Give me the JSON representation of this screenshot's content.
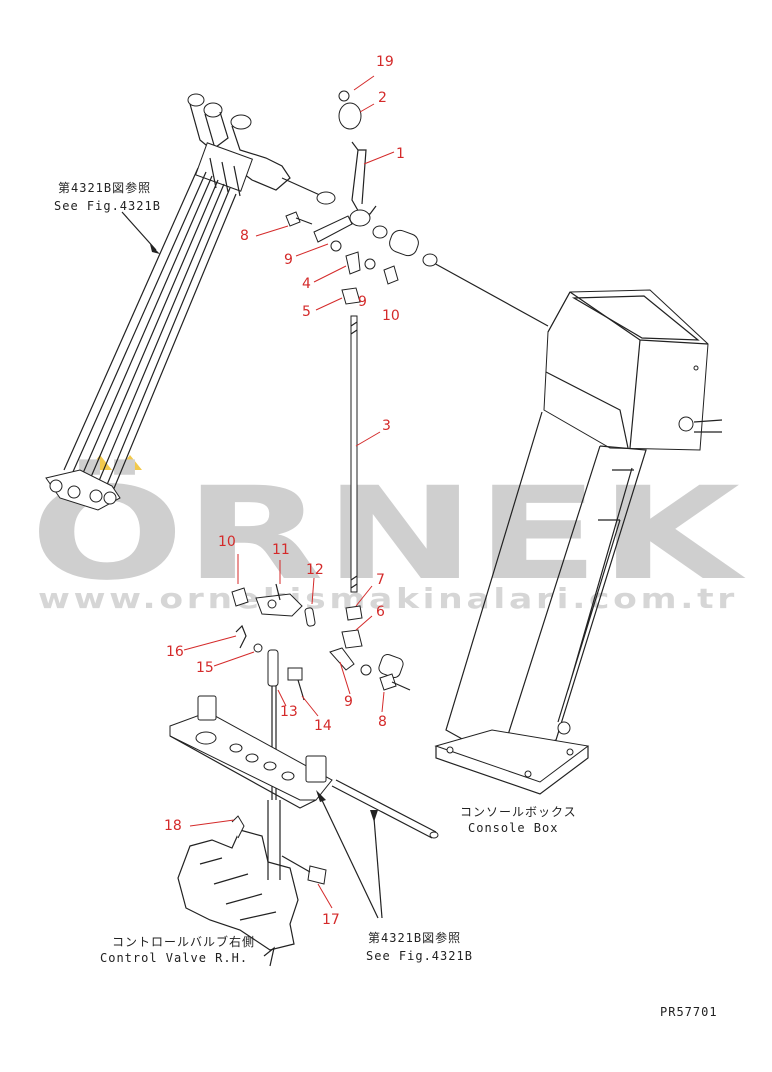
{
  "watermark": {
    "brand": "ÖRNEK",
    "url": "www.ornekismakinalari.com.tr"
  },
  "drawing_id": "PR57701",
  "captions": {
    "ref_top_jp": "第4321B図参照",
    "ref_top_en": "See Fig.4321B",
    "console_jp": "コンソールボックス",
    "console_en": "Console Box",
    "valve_jp": "コントロールバルブ右側",
    "valve_en": "Control Valve R.H.",
    "ref_bottom_jp": "第4321B図参照",
    "ref_bottom_en": "See Fig.4321B"
  },
  "part_numbers": {
    "p19": "19",
    "p2": "2",
    "p1": "1",
    "p8a": "8",
    "p9a": "9",
    "p4": "4",
    "p9b": "9",
    "p10a": "10",
    "p5": "5",
    "p3": "3",
    "p10b": "10",
    "p11": "11",
    "p12": "12",
    "p7": "7",
    "p6": "6",
    "p16": "16",
    "p15": "15",
    "p9c": "9",
    "p13": "13",
    "p14": "14",
    "p8b": "8",
    "p18": "18",
    "p17": "17"
  },
  "colors": {
    "callout": "#d42a2a",
    "line": "#222222",
    "watermark": "#cfcfcf",
    "watermark_accent": "#f2c94c"
  }
}
